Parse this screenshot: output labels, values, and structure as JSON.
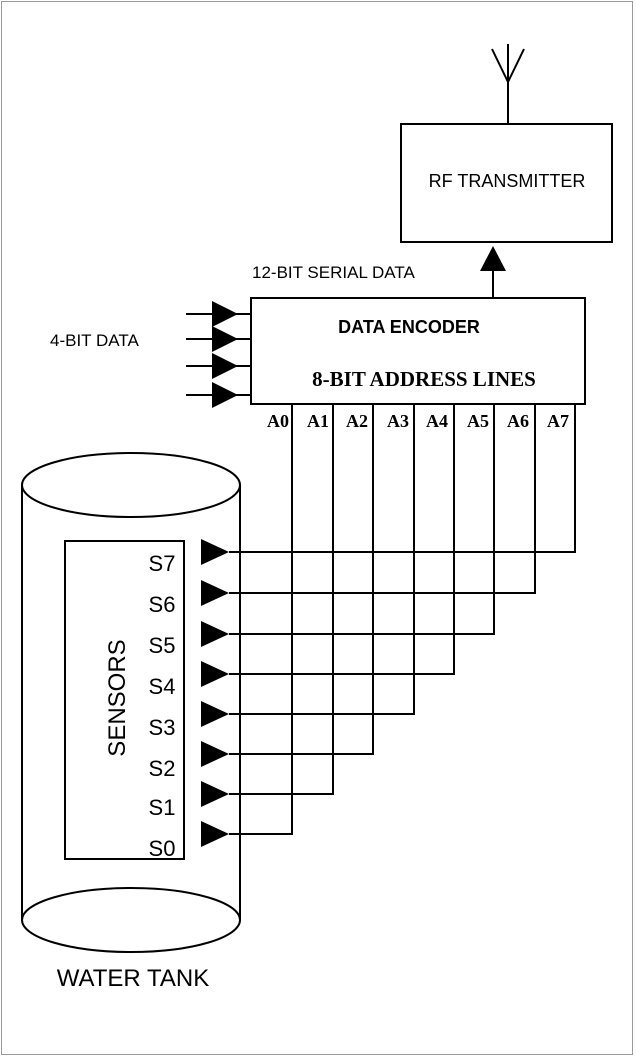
{
  "diagram": {
    "rf_transmitter": "RF TRANSMITTER",
    "serial_data": "12-BIT SERIAL DATA",
    "data_encoder": "DATA ENCODER",
    "address_lines": "8-BIT ADDRESS LINES",
    "four_bit_data": "4-BIT DATA",
    "sensors": "SENSORS",
    "water_tank": "WATER TANK",
    "address_pins": [
      "A0",
      "A1",
      "A2",
      "A3",
      "A4",
      "A5",
      "A6",
      "A7"
    ],
    "sensor_labels": [
      "S7",
      "S6",
      "S5",
      "S4",
      "S3",
      "S2",
      "S1",
      "S0"
    ]
  }
}
